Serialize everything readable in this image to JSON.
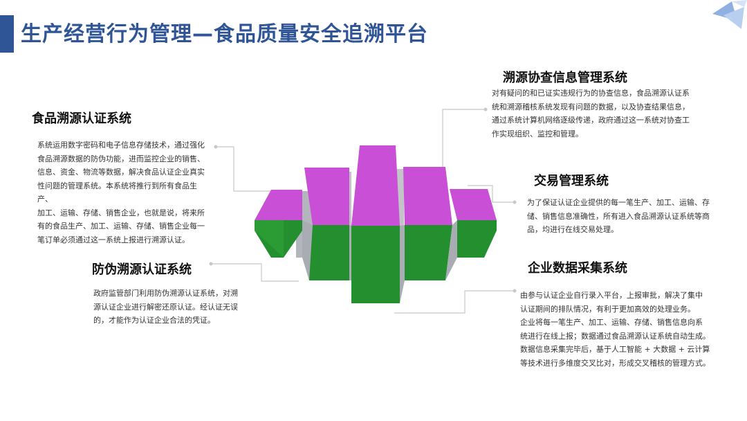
{
  "page": {
    "title": "生产经营行为管理—食品质量安全追溯平台"
  },
  "colors": {
    "title": "#2f5597",
    "accent": "#2f5597",
    "top_face": "#c84fd6",
    "front_face": "#248f2e",
    "side_face": "#b3b6bc",
    "connector": "#c8c8c8"
  },
  "sections": [
    {
      "id": "trace-cert",
      "heading": "食品溯源认证系统",
      "lines": [
        "系统运用数字密码和电子信息存储技术，通过强化",
        "食品溯源数据的防伪功能，进而监控企业的销售、",
        "信息、资金、物流等数据，解决食品认证企业真实",
        "性问题的管理系统。本系统将推行到所有食品生产、",
        "加工、运输、存储、销售企业，也就是说，将来所",
        "有的食品生产、加工、运输、存储、销售企业每一",
        "笔订单必须通过这一系统上报进行溯源认证。"
      ]
    },
    {
      "id": "anti-fake",
      "heading": "防伪溯源认证系统",
      "lines": [
        "政府监管部门利用防伪溯源认证系统，对溯",
        "源认证企业进行解密还原认证。经认证无误",
        "的，才能作为认证企业合法的凭证。"
      ]
    },
    {
      "id": "coop-info",
      "heading": "溯源协查信息管理系统",
      "lines": [
        "对有疑问的和已证实违规行为的协查信息，食品溯源认证系",
        "统和溯源稽核系统发现有问题的数据，以及协查结果信息，",
        "通过系统计算机网络逐级传递，政府通过这一系统对协查工",
        "作实现组织、监控和管理。"
      ]
    },
    {
      "id": "trade",
      "heading": "交易管理系统",
      "lines": [
        "为了保证认证企业提供的每一笔生产、加工、运输、存",
        "储、销售信息准确性，所有进入食品溯源认证系统等商",
        "品，均进行在线交易处理。"
      ]
    },
    {
      "id": "data-collect",
      "heading": "企业数据采集系统",
      "lines": [
        "由参与认证企业自行录入平台，上报审批，解决了集中",
        "认证期间的排队情况，有利于更加高效的处理业务。",
        "企业将每一笔生产、加工、运输、存储、销售信息向系",
        "统进行在线上报；数据通过食品溯源认证系统自动生成。",
        "数据信息采集完毕后，基于人工智能 + 大数据 + 云计算",
        "等技术进行多维度交叉比对，形成交叉稽核的管理方式。"
      ]
    }
  ]
}
